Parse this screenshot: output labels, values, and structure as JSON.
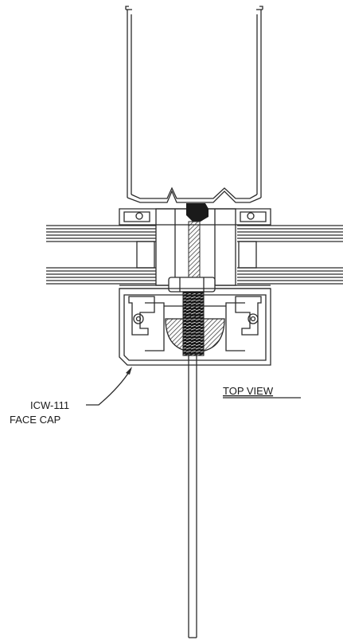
{
  "labels": {
    "part_number": "ICW-111",
    "part_name": "FACE CAP",
    "view_title": "TOP VIEW"
  },
  "colors": {
    "line": "#2b2b2b",
    "background": "#ffffff"
  }
}
